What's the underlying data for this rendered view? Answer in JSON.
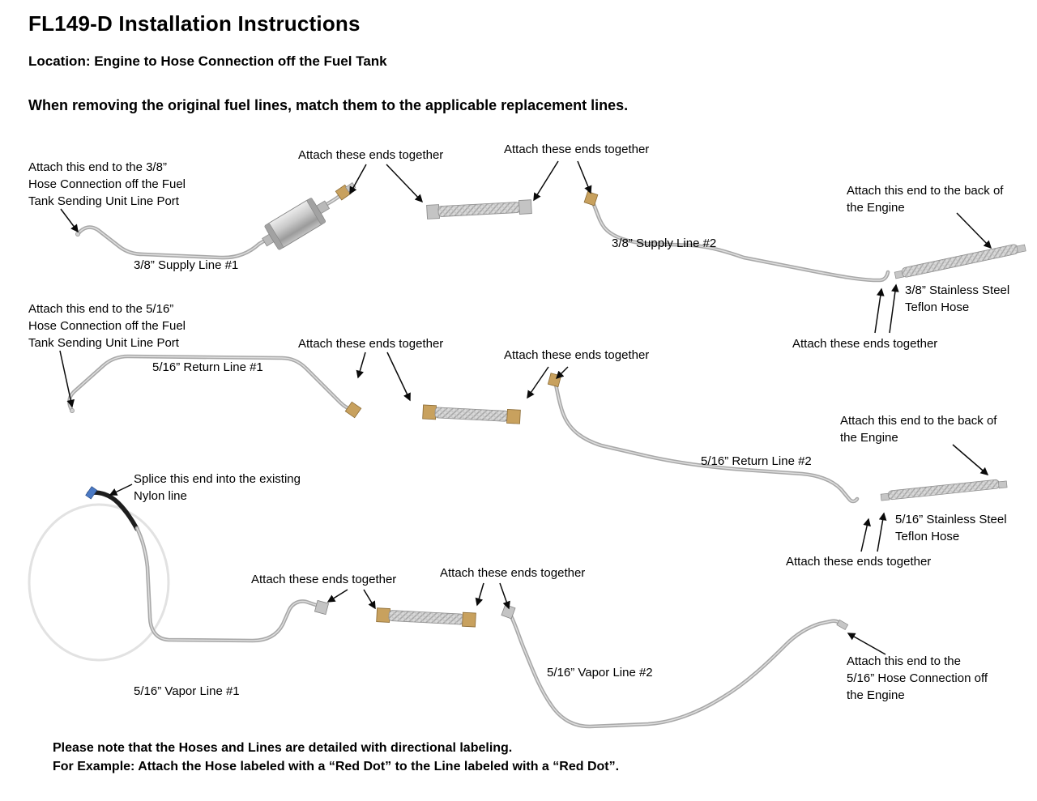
{
  "header": {
    "title": "FL149-D Installation Instructions",
    "location": "Location: Engine to Hose Connection off the Fuel Tank",
    "instruction": "When removing the original fuel lines, match them to the applicable replacement lines."
  },
  "labels": {
    "attach_tank_38": "Attach this end to the 3/8”\nHose Connection off the Fuel\nTank Sending Unit Line Port",
    "attach_ends_r1a": "Attach these ends together",
    "attach_ends_r1b": "Attach these ends together",
    "attach_back_engine_1": "Attach this end to the back of\nthe Engine",
    "supply_line_2": "3/8” Supply Line #2",
    "supply_line_1": "3/8” Supply Line #1",
    "teflon_hose_38": "3/8” Stainless Steel\nTeflon Hose",
    "attach_tank_516": "Attach this end to the 5/16”\nHose Connection off the Fuel\nTank Sending Unit Line Port",
    "attach_ends_r2a": "Attach these ends together",
    "attach_ends_r2b": "Attach these ends together",
    "attach_ends_teflon_1": "Attach these ends together",
    "return_line_1": "5/16” Return Line #1",
    "attach_back_engine_2": "Attach this end to the back of\nthe Engine",
    "return_line_2": "5/16” Return Line #2",
    "splice_nylon": "Splice this end into the existing\nNylon line",
    "teflon_hose_516": "5/16” Stainless Steel\nTeflon Hose",
    "attach_ends_teflon_2": "Attach these ends together",
    "attach_ends_r3a": "Attach these ends together",
    "attach_ends_r3b": "Attach these ends together",
    "vapor_line_2": "5/16” Vapor Line #2",
    "attach_engine_516": "Attach this end to the\n5/16” Hose Connection off\nthe Engine",
    "vapor_line_1": "5/16” Vapor Line #1"
  },
  "footer": {
    "note_1": "Please note that the Hoses and Lines are detailed with directional labeling.",
    "note_2": "For Example: Attach the Hose labeled with a “Red Dot” to the Line labeled with a “Red Dot”."
  },
  "colors": {
    "text": "#000000",
    "line_gray": "#a8a8a8",
    "fitting_brass": "#c8a15e",
    "fitting_silver": "#c4c4c4",
    "splice_black": "#1e1e1e",
    "splice_blue": "#4a79c4"
  }
}
